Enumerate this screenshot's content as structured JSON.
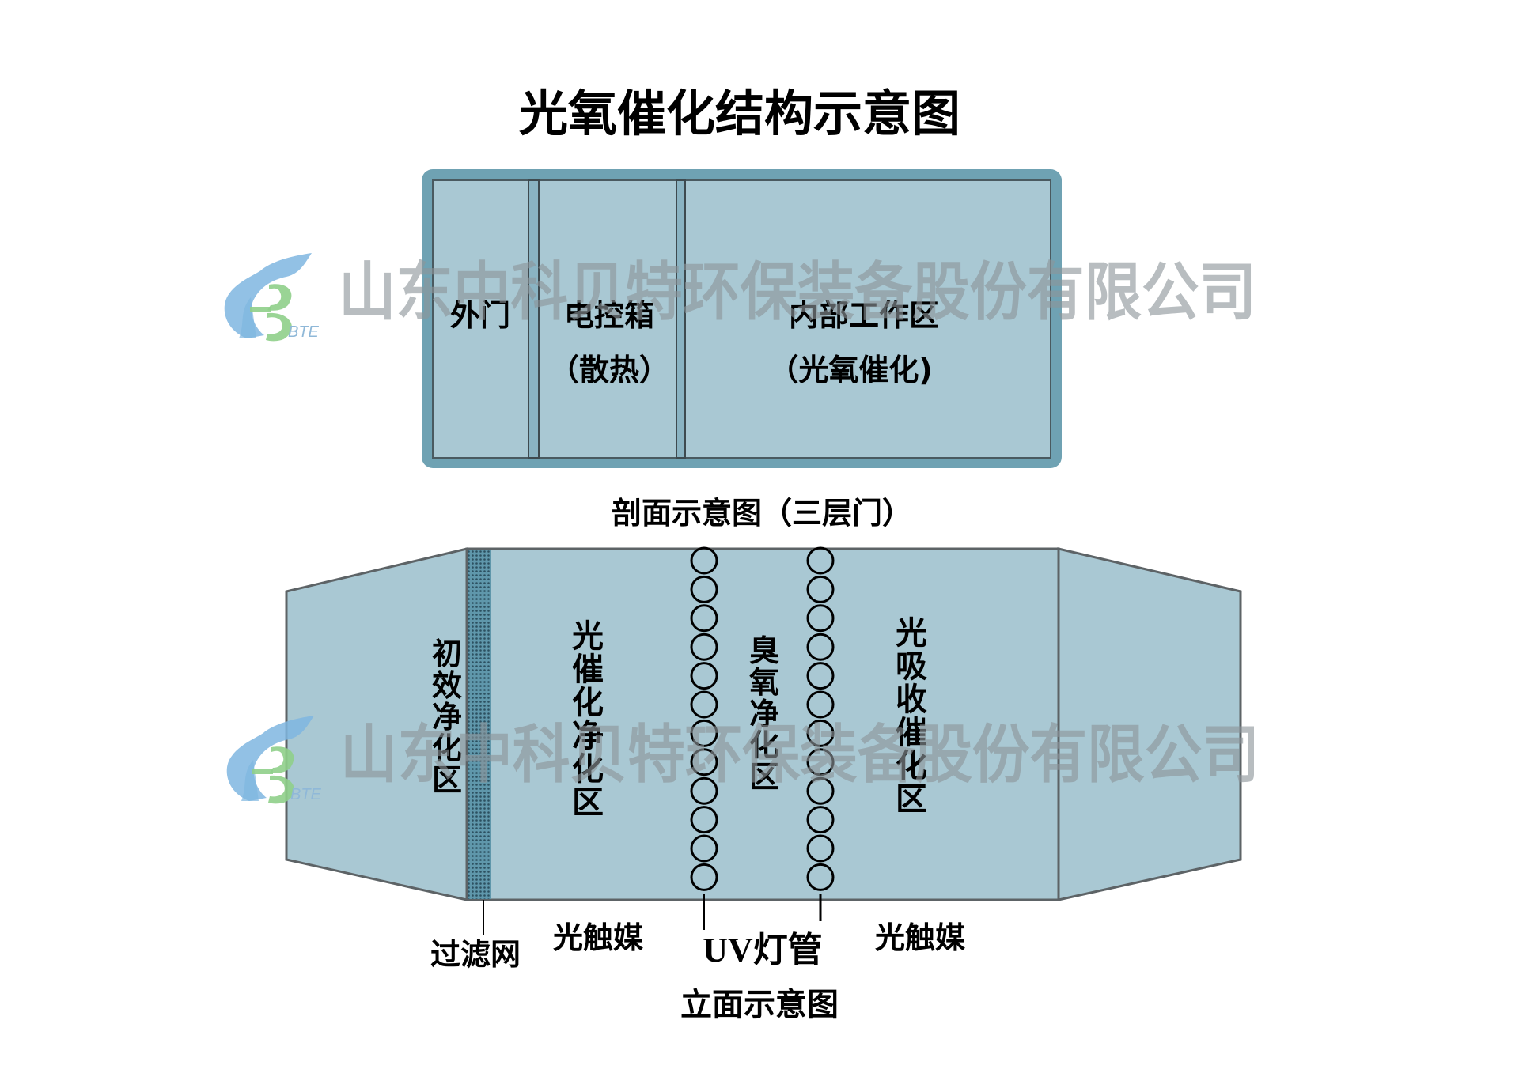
{
  "title": "光氧催化结构示意图",
  "colors": {
    "panel_fill": "#a9c8d3",
    "frame": "#6fa2b3",
    "frame_dark": "#4a5a60",
    "divider_fill": "#8ab3c2",
    "outline": "#5d6366",
    "mesh_fill": "#4f8aa0",
    "mesh_dot": "#2c5060",
    "watermark": "#8c9499",
    "logo_blue": "#7fb6e0",
    "logo_green": "#8fcf8a"
  },
  "section_view": {
    "caption": "剖面示意图（三层门）",
    "compartments": [
      {
        "line1": "外门",
        "line2": ""
      },
      {
        "line1": "电控箱",
        "line2": "（散热）"
      },
      {
        "line1": "内部工作区",
        "line2": "（光氧催化)"
      }
    ]
  },
  "elevation_view": {
    "caption": "立面示意图",
    "zones": [
      {
        "label": "初效净化区"
      },
      {
        "label": "光催化净化区"
      },
      {
        "label": "臭氧净化区"
      },
      {
        "label": "光吸收催化区"
      }
    ],
    "uv_tube_count_per_column": 12,
    "callouts": {
      "filter": "过滤网",
      "catalyst_left": "光触媒",
      "uv_lamp": "UV灯管",
      "catalyst_right": "光触媒"
    }
  },
  "watermark": {
    "company": "山东中科贝特环保装备股份有限公司",
    "logo_text": "BTE"
  }
}
